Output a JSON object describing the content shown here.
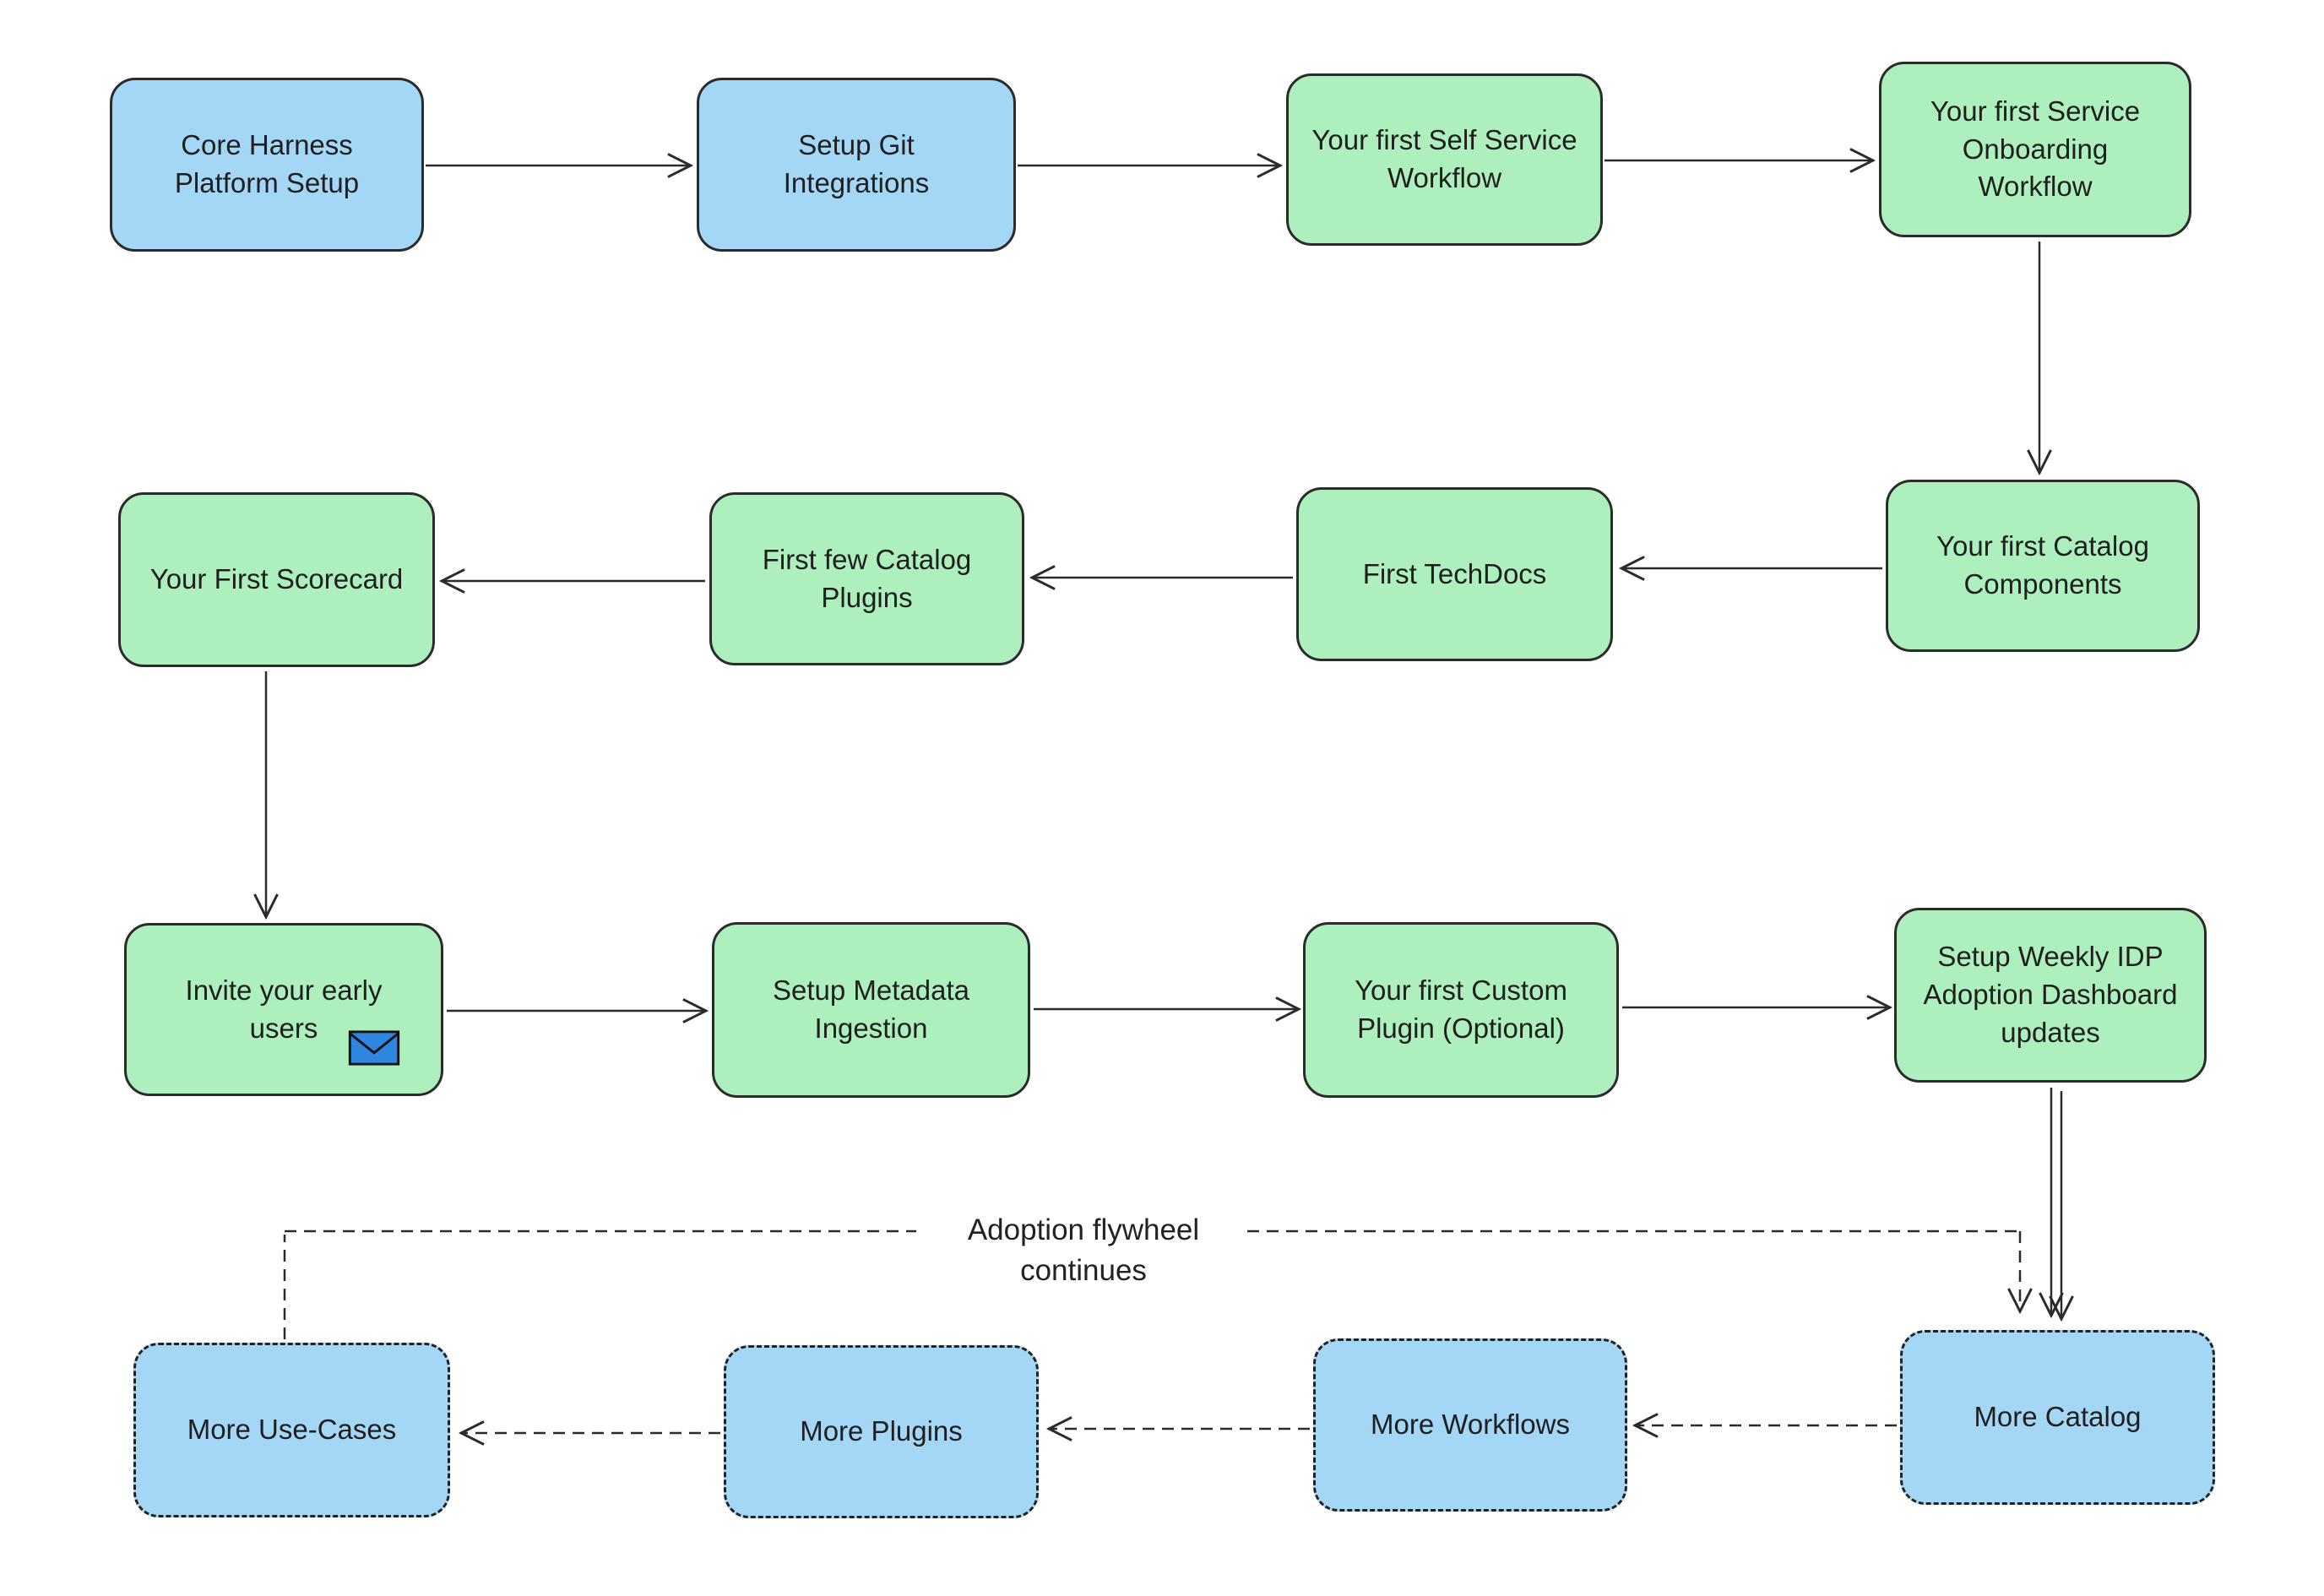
{
  "colors": {
    "background": "#ffffff",
    "node_blue": "#A4D6F6",
    "node_green": "#ADEFBD",
    "outline": "#2b2b2b",
    "text": "#1f1f1f",
    "envelope_blue": "#2E86E0"
  },
  "nodes": [
    {
      "id": "core-harness-platform-setup",
      "label": "Core Harness Platform Setup",
      "color": "blue",
      "border": "solid"
    },
    {
      "id": "setup-git-integrations",
      "label": "Setup Git Integrations",
      "color": "blue",
      "border": "solid"
    },
    {
      "id": "first-self-service-workflow",
      "label": "Your first Self Service Workflow",
      "color": "green",
      "border": "solid"
    },
    {
      "id": "first-service-onboarding-workflow",
      "label": "Your first Service Onboarding Workflow",
      "color": "green",
      "border": "solid"
    },
    {
      "id": "first-catalog-components",
      "label": "Your first Catalog Components",
      "color": "green",
      "border": "solid"
    },
    {
      "id": "first-techdocs",
      "label": "First TechDocs",
      "color": "green",
      "border": "solid"
    },
    {
      "id": "first-few-catalog-plugins",
      "label": "First few Catalog Plugins",
      "color": "green",
      "border": "solid"
    },
    {
      "id": "first-scorecard",
      "label": "Your First Scorecard",
      "color": "green",
      "border": "solid"
    },
    {
      "id": "invite-early-users",
      "label": "Invite your early users",
      "color": "green",
      "border": "solid",
      "icon": "envelope-icon"
    },
    {
      "id": "setup-metadata-ingestion",
      "label": "Setup Metadata Ingestion",
      "color": "green",
      "border": "solid"
    },
    {
      "id": "first-custom-plugin",
      "label": "Your first Custom Plugin (Optional)",
      "color": "green",
      "border": "solid"
    },
    {
      "id": "weekly-idp-adoption-dashboard",
      "label": "Setup Weekly IDP Adoption Dashboard updates",
      "color": "green",
      "border": "solid"
    },
    {
      "id": "more-use-cases",
      "label": "More Use-Cases",
      "color": "blue",
      "border": "dashed"
    },
    {
      "id": "more-plugins",
      "label": "More Plugins",
      "color": "blue",
      "border": "dashed"
    },
    {
      "id": "more-workflows",
      "label": "More Workflows",
      "color": "blue",
      "border": "dashed"
    },
    {
      "id": "more-catalog",
      "label": "More Catalog",
      "color": "blue",
      "border": "dashed"
    }
  ],
  "annotations": {
    "flywheel_label": "Adoption flywheel continues"
  },
  "edges": [
    {
      "from": "core-harness-platform-setup",
      "to": "setup-git-integrations",
      "style": "solid"
    },
    {
      "from": "setup-git-integrations",
      "to": "first-self-service-workflow",
      "style": "solid"
    },
    {
      "from": "first-self-service-workflow",
      "to": "first-service-onboarding-workflow",
      "style": "solid"
    },
    {
      "from": "first-service-onboarding-workflow",
      "to": "first-catalog-components",
      "style": "solid"
    },
    {
      "from": "first-catalog-components",
      "to": "first-techdocs",
      "style": "solid"
    },
    {
      "from": "first-techdocs",
      "to": "first-few-catalog-plugins",
      "style": "solid"
    },
    {
      "from": "first-few-catalog-plugins",
      "to": "first-scorecard",
      "style": "solid"
    },
    {
      "from": "first-scorecard",
      "to": "invite-early-users",
      "style": "solid"
    },
    {
      "from": "invite-early-users",
      "to": "setup-metadata-ingestion",
      "style": "solid"
    },
    {
      "from": "setup-metadata-ingestion",
      "to": "first-custom-plugin",
      "style": "solid"
    },
    {
      "from": "first-custom-plugin",
      "to": "weekly-idp-adoption-dashboard",
      "style": "solid"
    },
    {
      "from": "weekly-idp-adoption-dashboard",
      "to": "more-catalog",
      "style": "double-solid"
    },
    {
      "from": "more-catalog",
      "to": "more-workflows",
      "style": "dashed"
    },
    {
      "from": "more-workflows",
      "to": "more-plugins",
      "style": "dashed"
    },
    {
      "from": "more-plugins",
      "to": "more-use-cases",
      "style": "dashed"
    },
    {
      "from": "more-use-cases",
      "to": "more-catalog",
      "style": "dashed-loop",
      "label": "Adoption flywheel continues"
    }
  ]
}
